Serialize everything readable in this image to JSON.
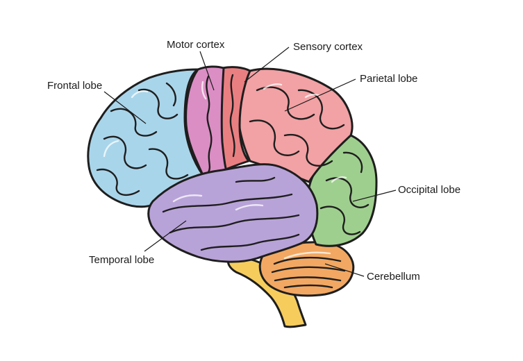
{
  "labels": {
    "frontal_lobe": "Frontal lobe",
    "motor_cortex": "Motor cortex",
    "sensory_cortex": "Sensory cortex",
    "parietal_lobe": "Parietal lobe",
    "occipital_lobe": "Occipital lobe",
    "temporal_lobe": "Temporal lobe",
    "cerebellum": "Cerebellum"
  },
  "colors": {
    "frontal": "#a9d5ea",
    "motor": "#db8ec4",
    "sensory": "#ea7f82",
    "parietal": "#f2a1a4",
    "occipital": "#9fcf8e",
    "temporal": "#b8a3d8",
    "cerebellum": "#f2a862",
    "brainstem": "#f6cd5d",
    "outline": "#1e1e1e"
  }
}
